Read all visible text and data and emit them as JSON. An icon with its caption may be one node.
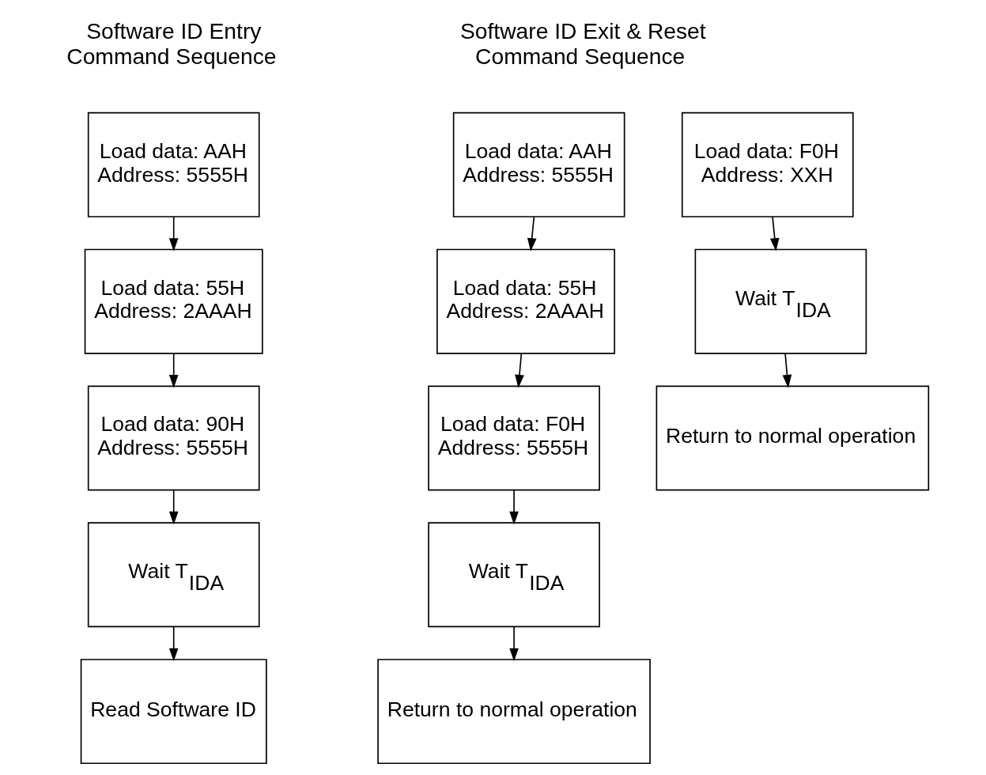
{
  "diagram": {
    "nodes": [
      {
        "text": [
          "Load data: AAH",
          "Address: 5555H"
        ]
      },
      {
        "text": [
          "Load data: 55H",
          "Address: 2AAAH"
        ]
      },
      {
        "text": [
          "Load data: 90H",
          "Address: 5555H"
        ]
      },
      {
        "text": [
          "Wait T$_{IDA}$"
        ]
      },
      {
        "text": [
          "Read Software ID"
        ]
      },
      {
        "text": [
          "Load data: AAH",
          "Address: 5555H"
        ]
      },
      {
        "text": [
          "Load data: 55H",
          "Address: 2AAAH"
        ]
      },
      {
        "text": [
          "Load data: F0H",
          "Address: 5555H"
        ]
      },
      {
        "text": [
          "Wait T$_{IDA}$"
        ]
      },
      {
        "text": [
          "Return to normal operation"
        ]
      },
      {
        "text": [
          "Load data: F0H",
          "Address: XXH"
        ]
      },
      {
        "text": [
          "Wait T$_{IDA}$"
        ]
      },
      {
        "text": [
          "Return to normal operation"
        ]
      }
    ],
    "edges": [
      {
        "from": 0,
        "to": 1,
        "arrow": "to"
      },
      {
        "from": 1,
        "to": 2,
        "arrow": "to"
      },
      {
        "from": 2,
        "to": 3,
        "arrow": "to"
      },
      {
        "from": 3,
        "to": 4,
        "arrow": "to"
      },
      {
        "from": 5,
        "to": 6,
        "arrow": "to"
      },
      {
        "from": 6,
        "to": 7,
        "arrow": "to"
      },
      {
        "from": 7,
        "to": 8,
        "arrow": "to"
      },
      {
        "from": 8,
        "to": 9,
        "arrow": "to"
      },
      {
        "from": 10,
        "to": 11,
        "arrow": "to"
      },
      {
        "from": 11,
        "to": 12,
        "arrow": "to"
      }
    ],
    "labels": [
      "Software ID Entry Command Sequence",
      "Software ID Exit & Reset Command Sequence"
    ]
  }
}
